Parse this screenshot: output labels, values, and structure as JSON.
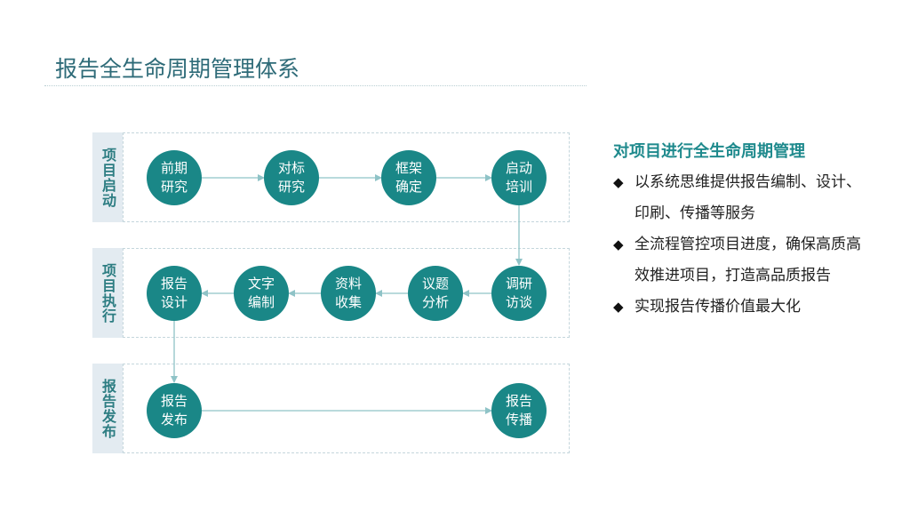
{
  "title": "报告全生命周期管理体系",
  "stages": [
    {
      "label": "项目启动",
      "nodes": [
        "前期\n研究",
        "对标\n研究",
        "框架\n确定",
        "启动\n培训"
      ]
    },
    {
      "label": "项目执行",
      "nodes": [
        "调研\n访谈",
        "议题\n分析",
        "资料\n收集",
        "文字\n编制",
        "报告\n设计"
      ]
    },
    {
      "label": "报告发布",
      "nodes": [
        "报告\n发布",
        "报告\n传播"
      ]
    }
  ],
  "side": {
    "heading": "对项目进行全生命周期管理",
    "bullets": [
      "以系统思维提供报告编制、设计、印刷、传播等服务",
      "全流程管控项目进度，确保高质高效推进项目，打造高品质报告",
      "实现报告传播价值最大化"
    ],
    "bullet_symbol": "◆"
  },
  "colors": {
    "node_fill": "#1a8787",
    "accent_text": "#1f8a8d",
    "title_text": "#2e6b78",
    "arrow": "#8fc3c7",
    "label_bg": "#e3ebf1"
  }
}
